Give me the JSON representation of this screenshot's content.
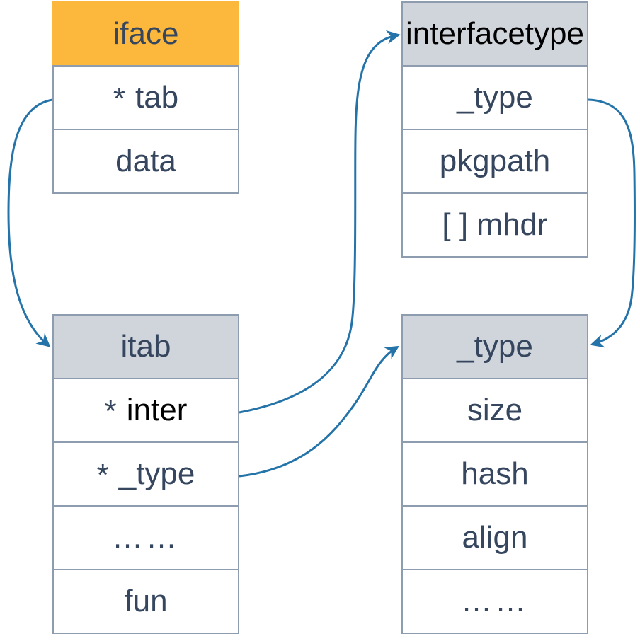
{
  "theme": {
    "header_orange": "#FBB83D",
    "header_gray": "#D0D5DC",
    "border_color": "#8E9CB0",
    "text_navy": "#35465E",
    "text_black": "#000000",
    "arrow_color": "#2473A9"
  },
  "boxes": {
    "iface": {
      "header": "iface",
      "rows": [
        {
          "star": "*",
          "label": "tab"
        },
        {
          "label": "data"
        }
      ]
    },
    "interfacetype": {
      "header": "interfacetype",
      "rows": [
        {
          "label": "_type"
        },
        {
          "label": "pkgpath"
        },
        {
          "label": "[ ] mhdr"
        }
      ]
    },
    "itab": {
      "header": "itab",
      "rows": [
        {
          "star": "*",
          "label": "inter"
        },
        {
          "star": "*",
          "label": "_type"
        },
        {
          "label": "……"
        },
        {
          "label": "fun"
        }
      ]
    },
    "_type": {
      "header": "_type",
      "rows": [
        {
          "label": "size"
        },
        {
          "label": "hash"
        },
        {
          "label": "align"
        },
        {
          "label": "……"
        }
      ]
    }
  },
  "edges": [
    {
      "from": "iface.* tab",
      "to": "itab"
    },
    {
      "from": "itab.* inter",
      "to": "interfacetype"
    },
    {
      "from": "itab.* _type",
      "to": "_type"
    },
    {
      "from": "interfacetype._type",
      "to": "_type"
    }
  ]
}
